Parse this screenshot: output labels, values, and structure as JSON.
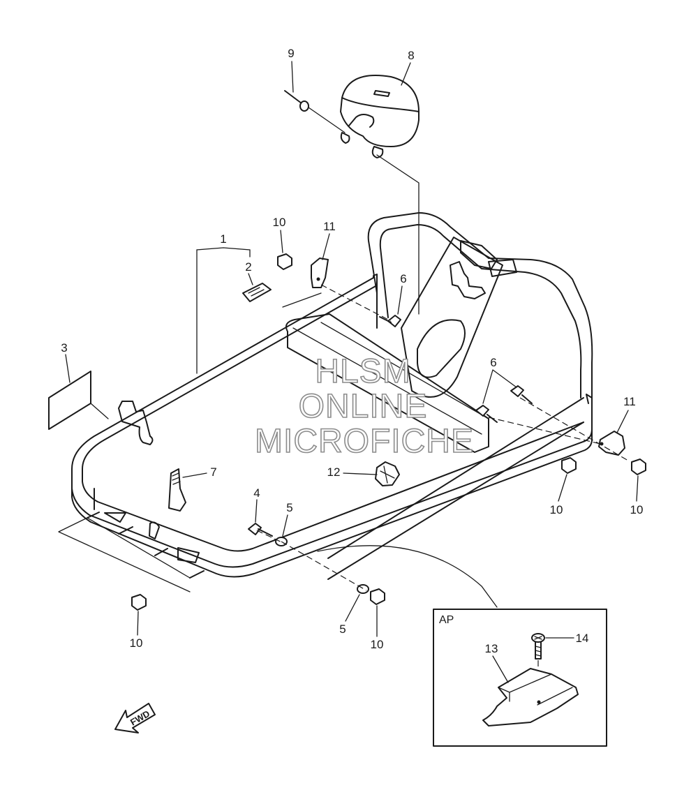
{
  "callouts": {
    "c1": "1",
    "c2": "2",
    "c3": "3",
    "c4": "4",
    "c5a": "5",
    "c5b": "5",
    "c6a": "6",
    "c6b": "6",
    "c7": "7",
    "c8": "8",
    "c9": "9",
    "c10a": "10",
    "c10b": "10",
    "c10c": "10",
    "c10d": "10",
    "c10e": "10",
    "c11a": "11",
    "c11b": "11",
    "c12": "12",
    "c13": "13",
    "c14": "14"
  },
  "inset": {
    "label": "AP"
  },
  "fwd_arrow": {
    "label": "FWD"
  },
  "watermark": {
    "line1": "HLSM",
    "line2": "ONLINE",
    "line3": "MICROFICHE"
  },
  "colors": {
    "ink": "#1a1a1a",
    "watermark_outline": "#8c8c8c",
    "background": "#ffffff"
  }
}
